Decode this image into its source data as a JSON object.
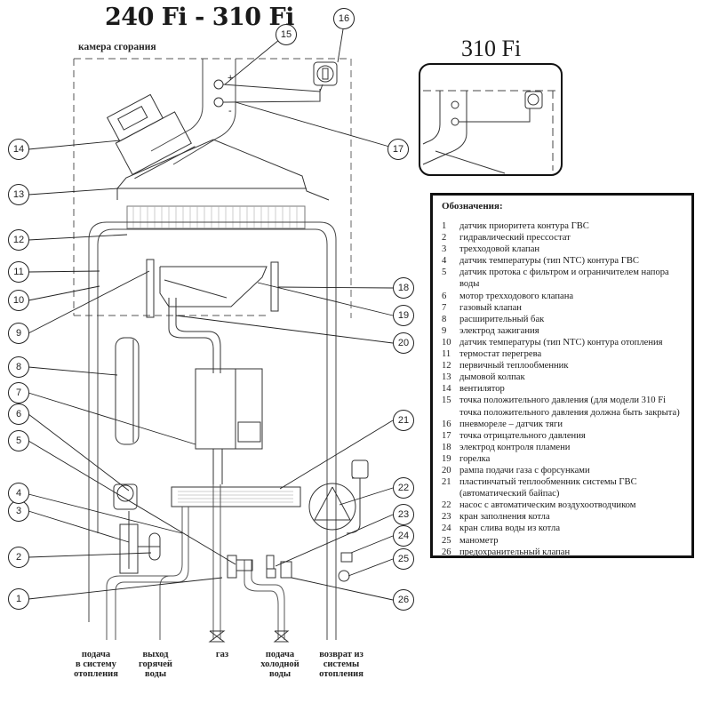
{
  "title": "240 Fi - 310 Fi",
  "inset_title": "310 Fi",
  "chamber_label": "камера сгорания",
  "legend": {
    "title": "Обозначения:",
    "items": [
      {
        "num": "1",
        "text": "датчик приоритета контура ГВС"
      },
      {
        "num": "2",
        "text": "гидравлический прессостат"
      },
      {
        "num": "3",
        "text": "трехходовой клапан"
      },
      {
        "num": "4",
        "text": "датчик температуры (тип NTC) контура ГВС"
      },
      {
        "num": "5",
        "text": "датчик протока с фильтром и ограничителем напора воды"
      },
      {
        "num": "6",
        "text": "мотор трехходового клапана"
      },
      {
        "num": "7",
        "text": "газовый клапан"
      },
      {
        "num": "8",
        "text": "расширительный бак"
      },
      {
        "num": "9",
        "text": "электрод зажигания"
      },
      {
        "num": "10",
        "text": "датчик температуры (тип NTC) контура отопления"
      },
      {
        "num": "11",
        "text": "термостат перегрева"
      },
      {
        "num": "12",
        "text": "первичный теплообменник"
      },
      {
        "num": "13",
        "text": "дымовой колпак"
      },
      {
        "num": "14",
        "text": "вентилятор"
      },
      {
        "num": "15",
        "text": "точка положительного давления (для модели 310 Fi точка положительного давления должна быть закрыта)"
      },
      {
        "num": "16",
        "text": "пневмореле – датчик тяги"
      },
      {
        "num": "17",
        "text": "точка отрицательного давления"
      },
      {
        "num": "18",
        "text": "электрод контроля пламени"
      },
      {
        "num": "19",
        "text": "горелка"
      },
      {
        "num": "20",
        "text": "рампа подачи газа с форсунками"
      },
      {
        "num": "21",
        "text": "пластинчатый теплообменник системы ГВС (автоматический байпас)"
      },
      {
        "num": "22",
        "text": "насос с автоматическим воздухоотводчиком"
      },
      {
        "num": "23",
        "text": "кран заполнения котла"
      },
      {
        "num": "24",
        "text": "кран слива воды из котла"
      },
      {
        "num": "25",
        "text": "манометр"
      },
      {
        "num": "26",
        "text": "предохранительный клапан"
      }
    ]
  },
  "bottom_labels": [
    {
      "id": "heating-supply",
      "text": "подача\nв систему\nотопления"
    },
    {
      "id": "hot-water-out",
      "text": "выход\nгорячей\nводы"
    },
    {
      "id": "gas",
      "text": "газ"
    },
    {
      "id": "cold-water-in",
      "text": "подача\nхолодной\nводы"
    },
    {
      "id": "heating-return",
      "text": "возврат из\nсистемы\nотопления"
    }
  ],
  "pressure_marks": {
    "plus": "+",
    "minus": "-"
  },
  "callouts": [
    "1",
    "2",
    "3",
    "4",
    "5",
    "6",
    "7",
    "8",
    "9",
    "10",
    "11",
    "12",
    "13",
    "14",
    "15",
    "16",
    "17",
    "18",
    "19",
    "20",
    "21",
    "22",
    "23",
    "24",
    "25",
    "26"
  ]
}
